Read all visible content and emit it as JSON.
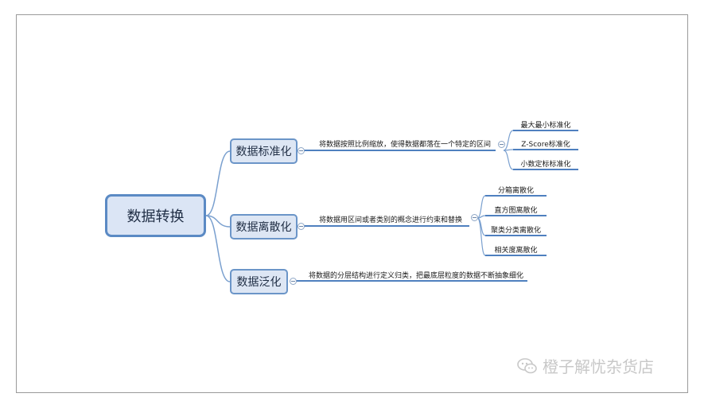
{
  "root": {
    "label": "数据转换"
  },
  "branches": [
    {
      "label": "数据标准化",
      "description": "将数据按照比例缩放，使得数据都落在一个特定的区间",
      "children": [
        "最大最小标准化",
        "Z-Score标准化",
        "小数定标标准化"
      ]
    },
    {
      "label": "数据离散化",
      "description": "将数据用区间或者类别的概念进行约束和替换",
      "children": [
        "分箱离散化",
        "直方图离散化",
        "聚类分类离散化",
        "相关度离散化"
      ]
    },
    {
      "label": "数据泛化",
      "description": "将数据的分层结构进行定义归类，把最底层粒度的数据不断抽象细化",
      "children": []
    }
  ],
  "watermark": {
    "text": "橙子解忧杂货店",
    "icon": "wechat-icon"
  },
  "colors": {
    "node_border": "#6b95c8",
    "node_fill": "#dde6f4",
    "line": "#7aa0cf",
    "underline": "#4f80bf"
  }
}
